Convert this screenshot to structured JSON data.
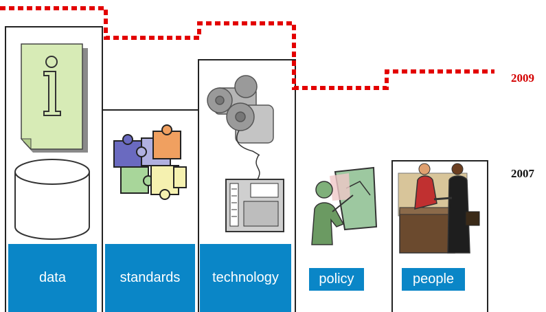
{
  "columns": [
    {
      "key": "data",
      "label": "data"
    },
    {
      "key": "standards",
      "label": "standards"
    },
    {
      "key": "technology",
      "label": "technology"
    },
    {
      "key": "policy",
      "label": "policy"
    },
    {
      "key": "people",
      "label": "people"
    }
  ],
  "years": {
    "upper": {
      "label": "2009",
      "color": "#d40000"
    },
    "lower": {
      "label": "2007",
      "color": "#111111"
    }
  },
  "colors": {
    "label_bg": "#0a86c7",
    "dotted_line": "#e30000",
    "outline": "#222222"
  },
  "icons": [
    "info-document-icon",
    "database-cylinder-icon",
    "puzzle-pieces-icon",
    "gears-icon",
    "computer-chassis-icon",
    "person-map-icon",
    "business-handshake-icon"
  ]
}
